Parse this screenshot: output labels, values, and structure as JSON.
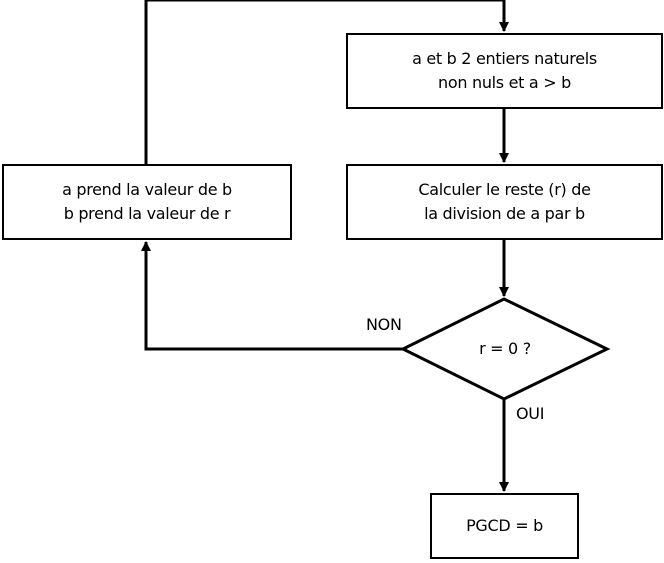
{
  "flowchart": {
    "start_box": {
      "line1": "a et b 2 entiers naturels",
      "line2": "non nuls et a > b"
    },
    "remainder_box": {
      "line1": "Calculer le reste (r) de",
      "line2": "la division de a par b"
    },
    "swap_box": {
      "line1": "a prend la valeur de b",
      "line2": "b prend la valeur de r"
    },
    "decision": {
      "text": "r = 0 ?",
      "no_label": "NON",
      "yes_label": "OUI"
    },
    "result_box": {
      "text": "PGCD = b"
    }
  },
  "colors": {
    "stroke": "#000000",
    "fill": "#ffffff"
  }
}
